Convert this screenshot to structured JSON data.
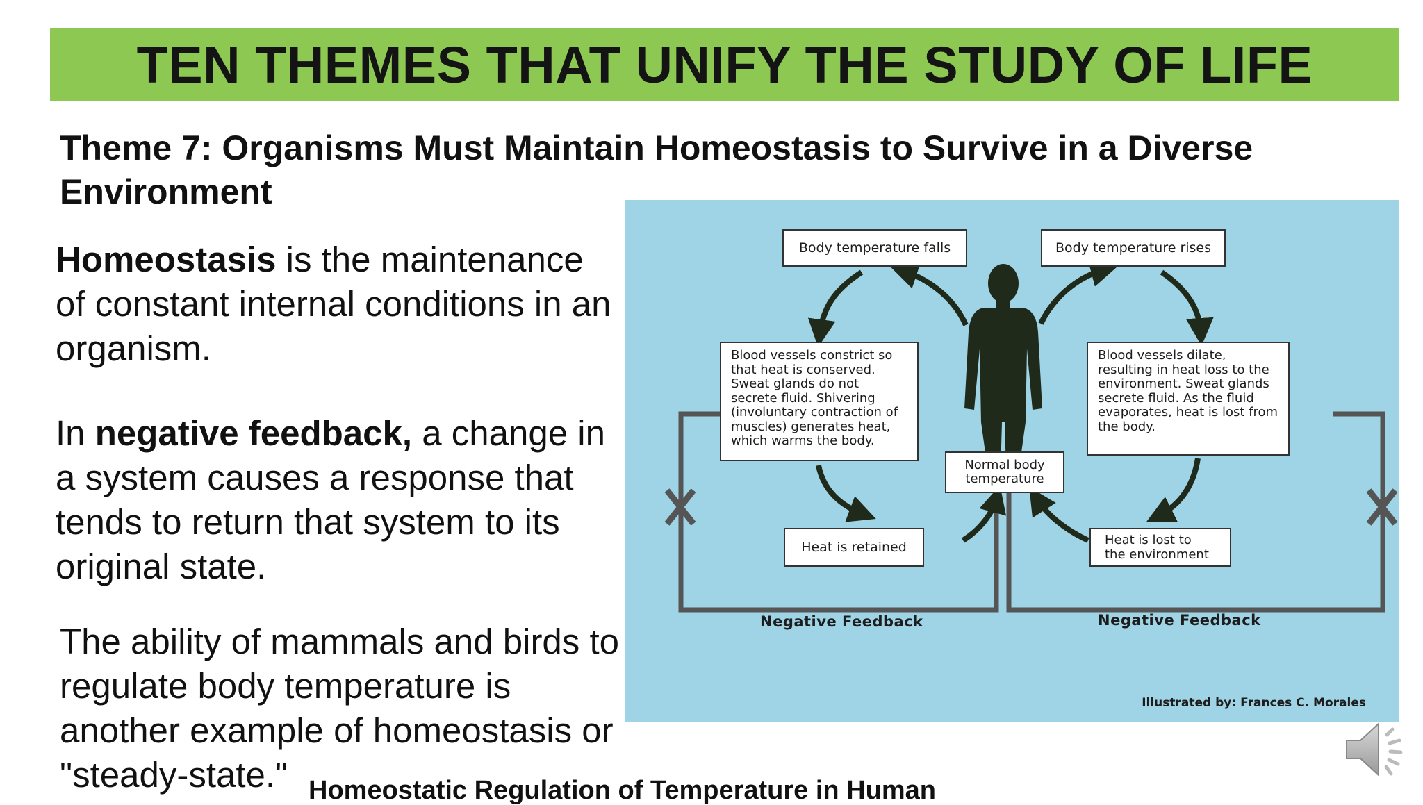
{
  "header": {
    "title": "TEN THEMES THAT UNIFY THE STUDY OF LIFE"
  },
  "subtitle": "Theme 7: Organisms Must Maintain Homeostasis to Survive in a Diverse Environment",
  "paragraphs": {
    "p1": {
      "term": "Homeostasis",
      "rest": " is the maintenance of constant internal conditions in an organism."
    },
    "p2": {
      "pre": "In ",
      "term": "negative feedback,",
      "rest": " a change in a system causes a response that tends to return that system to its original state."
    },
    "p3": {
      "text": "The ability of mammals and birds to regulate body temperature is another example of homeostasis or \"steady-state.\""
    }
  },
  "figure": {
    "boxes": {
      "temp_falls": "Body temperature falls",
      "temp_rises": "Body temperature rises",
      "constrict": "Blood vessels constrict so that heat is conserved. Sweat glands do not secrete fluid. Shivering (involuntary contraction of muscles) generates heat, which warms the body.",
      "dilate": "Blood vessels dilate, resulting in heat loss to the environment. Sweat glands secrete fluid. As the fluid evaporates, heat is lost from the body.",
      "normal": "Normal body temperature",
      "retained": "Heat is retained",
      "lost": "Heat is lost to the environment"
    },
    "feedback_left": "Negative Feedback",
    "feedback_right": "Negative Feedback",
    "credit": "Illustrated by: Frances C. Morales",
    "background_color": "#9fd3e6"
  },
  "caption": "Homeostatic Regulation of Temperature in Human",
  "icons": {
    "audio": "speaker-icon"
  },
  "colors": {
    "banner": "#8dc952"
  }
}
